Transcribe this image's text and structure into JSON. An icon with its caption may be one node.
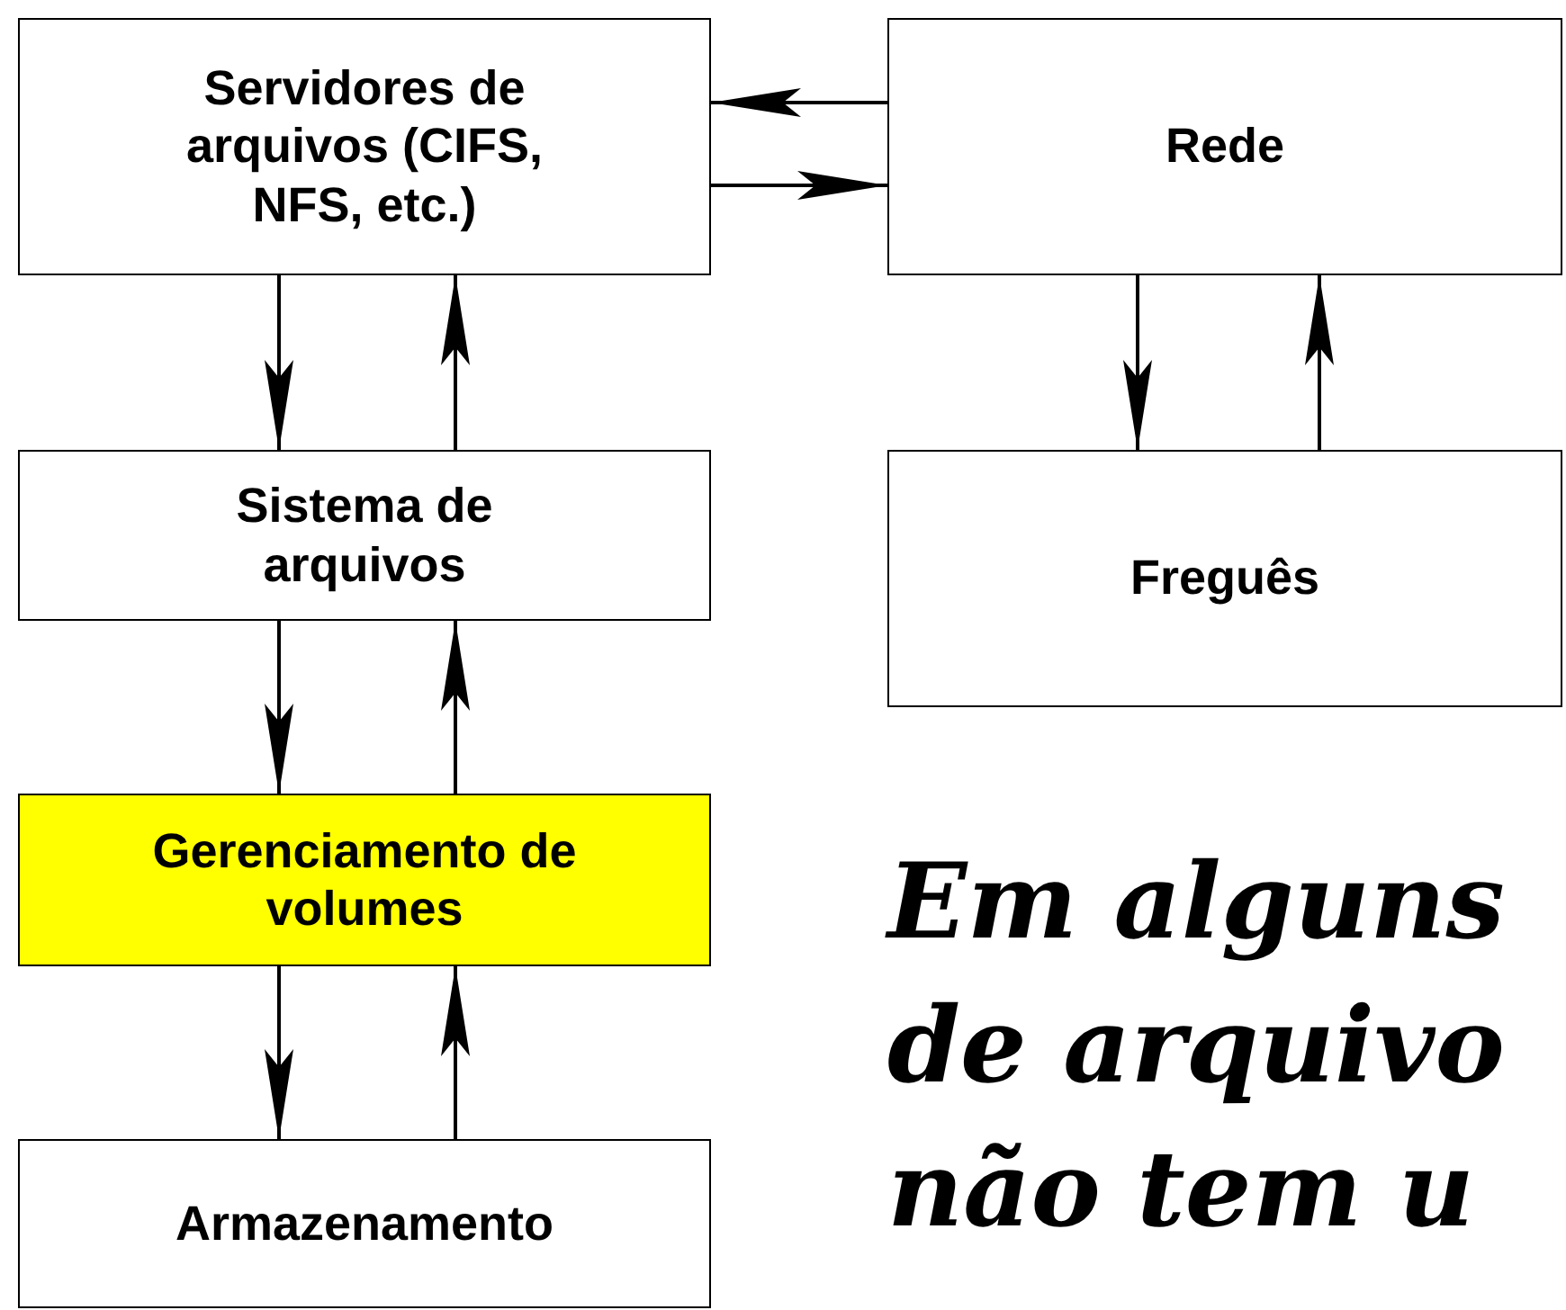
{
  "diagram": {
    "nodes": [
      {
        "text": [
          "Servidores de arquivos (CIFS, NFS, etc.)"
        ]
      },
      {
        "text": [
          "Rede"
        ]
      },
      {
        "text": [
          "Sistema de arquivos"
        ]
      },
      {
        "text": [
          "Freguês"
        ]
      },
      {
        "text": [
          "Gerenciamento de volumes"
        ]
      },
      {
        "text": [
          "Armazenamento"
        ]
      }
    ],
    "edges": [
      {
        "from": 1,
        "to": 0,
        "arrow": "to"
      },
      {
        "from": 0,
        "to": 1,
        "arrow": "to"
      },
      {
        "from": 0,
        "to": 2,
        "arrow": "to"
      },
      {
        "from": 2,
        "to": 0,
        "arrow": "to"
      },
      {
        "from": 1,
        "to": 3,
        "arrow": "to"
      },
      {
        "from": 3,
        "to": 1,
        "arrow": "to"
      },
      {
        "from": 2,
        "to": 4,
        "arrow": "to"
      },
      {
        "from": 4,
        "to": 2,
        "arrow": "to"
      },
      {
        "from": 4,
        "to": 5,
        "arrow": "to"
      },
      {
        "from": 5,
        "to": 4,
        "arrow": "to"
      }
    ],
    "labels": [
      "Em alguns",
      "de arquivo",
      "não tem u"
    ]
  }
}
